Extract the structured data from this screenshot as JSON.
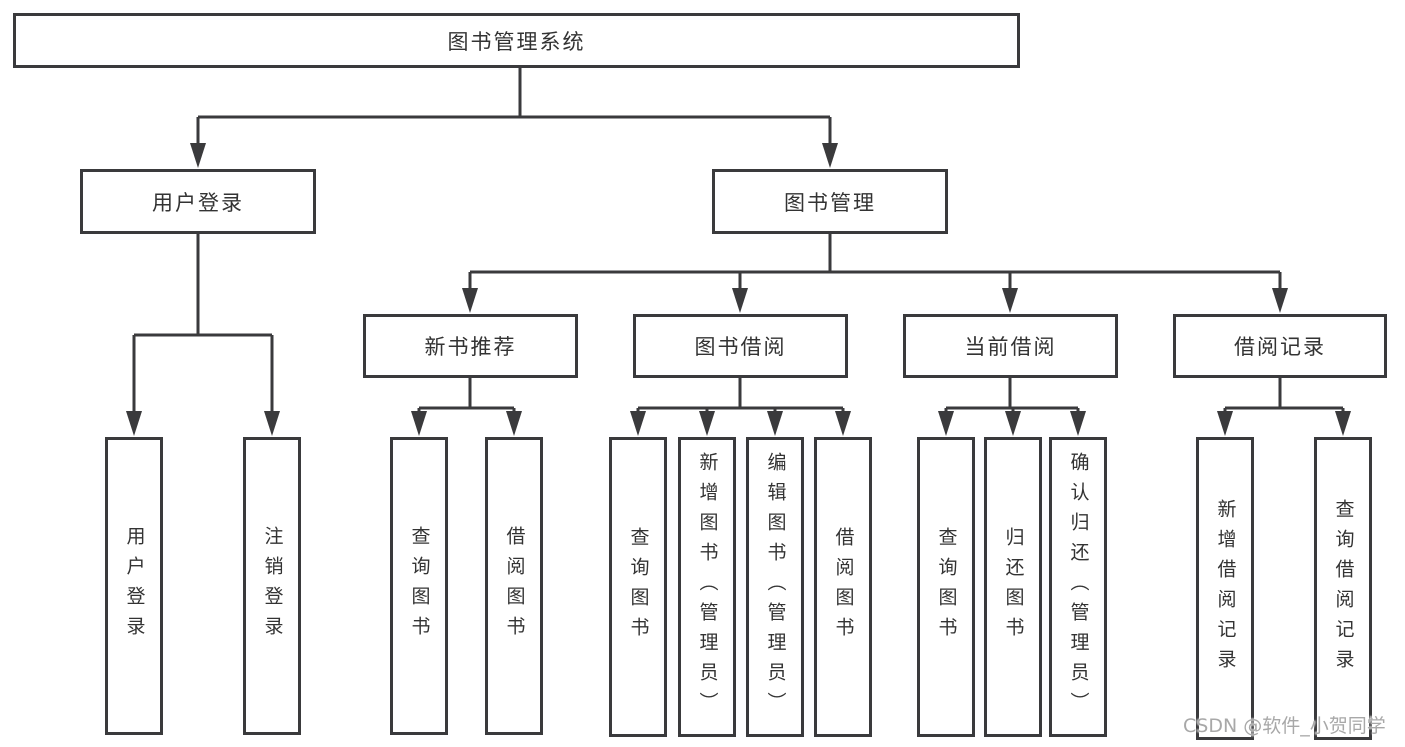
{
  "diagram": {
    "root": {
      "label": "图书管理系统"
    },
    "level2": [
      {
        "id": "user-login",
        "label": "用户登录"
      },
      {
        "id": "book-management",
        "label": "图书管理"
      }
    ],
    "level3": [
      {
        "id": "new-book-recommend",
        "label": "新书推荐"
      },
      {
        "id": "book-borrowing",
        "label": "图书借阅"
      },
      {
        "id": "current-borrowing",
        "label": "当前借阅"
      },
      {
        "id": "borrowing-records",
        "label": "借阅记录"
      }
    ],
    "leaves": {
      "user_login": [
        {
          "label": "用户登录"
        },
        {
          "label": "注销登录"
        }
      ],
      "new_book_recommend": [
        {
          "label": "查询图书"
        },
        {
          "label": "借阅图书"
        }
      ],
      "book_borrowing": [
        {
          "label": "查询图书"
        },
        {
          "label": "新增图书（管理员）"
        },
        {
          "label": "编辑图书（管理员）"
        },
        {
          "label": "借阅图书"
        }
      ],
      "current_borrowing": [
        {
          "label": "查询图书"
        },
        {
          "label": "归还图书"
        },
        {
          "label": "确认归还（管理员）"
        }
      ],
      "borrowing_records": [
        {
          "label": "新增借阅记录"
        },
        {
          "label": "查询借阅记录"
        }
      ]
    },
    "colors": {
      "line": "#3a3a3c",
      "text": "#333333",
      "box_fill": "#ffffff",
      "watermark": "#a8a8a8"
    },
    "watermark": "CSDN @软件_小贺同学"
  }
}
